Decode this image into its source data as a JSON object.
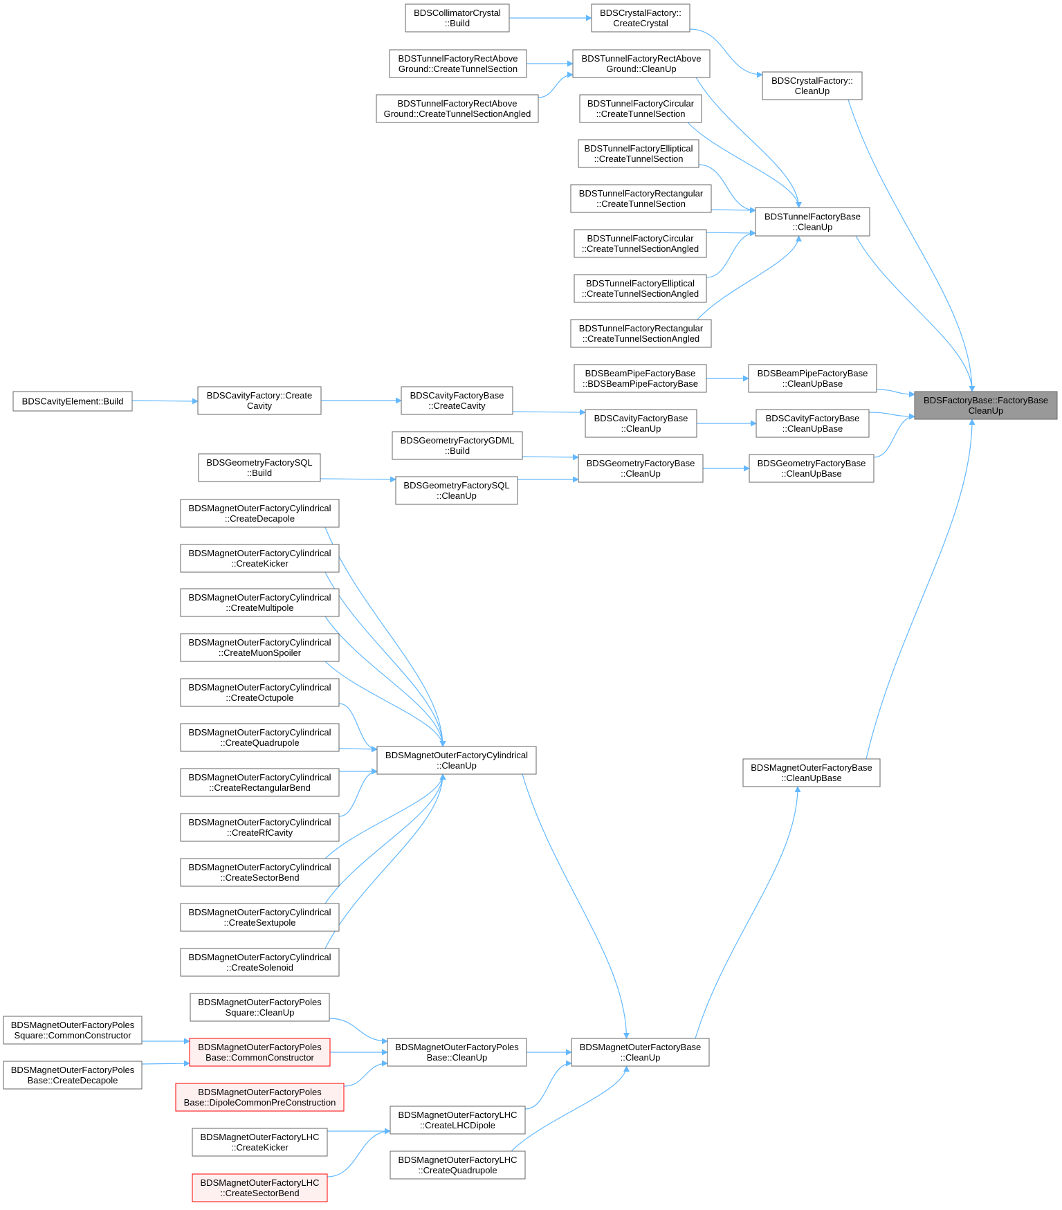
{
  "colors": {
    "edge": "#63b8ff",
    "node_border": "#666666",
    "node_fill": "#ffffff",
    "root_fill": "#999999",
    "root_border": "#666666",
    "truncated_border": "#ff0000",
    "truncated_fill": "#fff0f0"
  },
  "nodes": [
    {
      "id": "root",
      "lines": [
        "BDSFactoryBase::FactoryBase",
        "CleanUp"
      ],
      "style": "root"
    },
    {
      "id": "crystal_cleanup",
      "lines": [
        "BDSCrystalFactory::",
        "CleanUp"
      ]
    },
    {
      "id": "crystal_create",
      "lines": [
        "BDSCrystalFactory::",
        "CreateCrystal"
      ]
    },
    {
      "id": "collimator_build",
      "lines": [
        "BDSCollimatorCrystal",
        "::Build"
      ]
    },
    {
      "id": "rag_cleanup",
      "lines": [
        "BDSTunnelFactoryRectAbove",
        "Ground::CleanUp"
      ]
    },
    {
      "id": "rag_section",
      "lines": [
        "BDSTunnelFactoryRectAbove",
        "Ground::CreateTunnelSection"
      ]
    },
    {
      "id": "rag_angled",
      "lines": [
        "BDSTunnelFactoryRectAbove",
        "Ground::CreateTunnelSectionAngled"
      ]
    },
    {
      "id": "tunnel_base",
      "lines": [
        "BDSTunnelFactoryBase",
        "::CleanUp"
      ]
    },
    {
      "id": "circ_section",
      "lines": [
        "BDSTunnelFactoryCircular",
        "::CreateTunnelSection"
      ]
    },
    {
      "id": "ellip_section",
      "lines": [
        "BDSTunnelFactoryElliptical",
        "::CreateTunnelSection"
      ]
    },
    {
      "id": "rect_section",
      "lines": [
        "BDSTunnelFactoryRectangular",
        "::CreateTunnelSection"
      ]
    },
    {
      "id": "circ_angled",
      "lines": [
        "BDSTunnelFactoryCircular",
        "::CreateTunnelSectionAngled"
      ]
    },
    {
      "id": "ellip_angled",
      "lines": [
        "BDSTunnelFactoryElliptical",
        "::CreateTunnelSectionAngled"
      ]
    },
    {
      "id": "rect_angled",
      "lines": [
        "BDSTunnelFactoryRectangular",
        "::CreateTunnelSectionAngled"
      ]
    },
    {
      "id": "bp_ctor",
      "lines": [
        "BDSBeamPipeFactoryBase",
        "::BDSBeamPipeFactoryBase"
      ]
    },
    {
      "id": "bp_cleanupbase",
      "lines": [
        "BDSBeamPipeFactoryBase",
        "::CleanUpBase"
      ]
    },
    {
      "id": "cav_element",
      "lines": [
        "BDSCavityElement::Build"
      ]
    },
    {
      "id": "cav_factory",
      "lines": [
        "BDSCavityFactory::Create",
        "Cavity"
      ]
    },
    {
      "id": "cav_base_create",
      "lines": [
        "BDSCavityFactoryBase",
        "::CreateCavity"
      ]
    },
    {
      "id": "cav_base_cleanup",
      "lines": [
        "BDSCavityFactoryBase",
        "::CleanUp"
      ]
    },
    {
      "id": "cav_base_cleanupbase",
      "lines": [
        "BDSCavityFactoryBase",
        "::CleanUpBase"
      ]
    },
    {
      "id": "gdml_build",
      "lines": [
        "BDSGeometryFactoryGDML",
        "::Build"
      ]
    },
    {
      "id": "sql_build",
      "lines": [
        "BDSGeometryFactorySQL",
        "::Build"
      ]
    },
    {
      "id": "sql_cleanup",
      "lines": [
        "BDSGeometryFactorySQL",
        "::CleanUp"
      ]
    },
    {
      "id": "geo_base_cleanup",
      "lines": [
        "BDSGeometryFactoryBase",
        "::CleanUp"
      ]
    },
    {
      "id": "geo_base_cleanupbase",
      "lines": [
        "BDSGeometryFactoryBase",
        "::CleanUpBase"
      ]
    },
    {
      "id": "cyl_decapole",
      "lines": [
        "BDSMagnetOuterFactoryCylindrical",
        "::CreateDecapole"
      ]
    },
    {
      "id": "cyl_kicker",
      "lines": [
        "BDSMagnetOuterFactoryCylindrical",
        "::CreateKicker"
      ]
    },
    {
      "id": "cyl_multipole",
      "lines": [
        "BDSMagnetOuterFactoryCylindrical",
        "::CreateMultipole"
      ]
    },
    {
      "id": "cyl_muon",
      "lines": [
        "BDSMagnetOuterFactoryCylindrical",
        "::CreateMuonSpoiler"
      ]
    },
    {
      "id": "cyl_octupole",
      "lines": [
        "BDSMagnetOuterFactoryCylindrical",
        "::CreateOctupole"
      ]
    },
    {
      "id": "cyl_quadrupole",
      "lines": [
        "BDSMagnetOuterFactoryCylindrical",
        "::CreateQuadrupole"
      ]
    },
    {
      "id": "cyl_rectbend",
      "lines": [
        "BDSMagnetOuterFactoryCylindrical",
        "::CreateRectangularBend"
      ]
    },
    {
      "id": "cyl_rfcavity",
      "lines": [
        "BDSMagnetOuterFactoryCylindrical",
        "::CreateRfCavity"
      ]
    },
    {
      "id": "cyl_sectorbend",
      "lines": [
        "BDSMagnetOuterFactoryCylindrical",
        "::CreateSectorBend"
      ]
    },
    {
      "id": "cyl_sextupole",
      "lines": [
        "BDSMagnetOuterFactoryCylindrical",
        "::CreateSextupole"
      ]
    },
    {
      "id": "cyl_solenoid",
      "lines": [
        "BDSMagnetOuterFactoryCylindrical",
        "::CreateSolenoid"
      ]
    },
    {
      "id": "cyl_cleanup",
      "lines": [
        "BDSMagnetOuterFactoryCylindrical",
        "::CleanUp"
      ]
    },
    {
      "id": "mo_cleanupbase",
      "lines": [
        "BDSMagnetOuterFactoryBase",
        "::CleanUpBase"
      ]
    },
    {
      "id": "mo_cleanup",
      "lines": [
        "BDSMagnetOuterFactoryBase",
        "::CleanUp"
      ]
    },
    {
      "id": "psq_cleanup",
      "lines": [
        "BDSMagnetOuterFactoryPoles",
        "Square::CleanUp"
      ]
    },
    {
      "id": "psq_common",
      "lines": [
        "BDSMagnetOuterFactoryPoles",
        "Square::CommonConstructor"
      ]
    },
    {
      "id": "pbase_common",
      "lines": [
        "BDSMagnetOuterFactoryPoles",
        "Base::CommonConstructor"
      ],
      "style": "truncated"
    },
    {
      "id": "pbase_decapole",
      "lines": [
        "BDSMagnetOuterFactoryPoles",
        "Base::CreateDecapole"
      ]
    },
    {
      "id": "pbase_dipole",
      "lines": [
        "BDSMagnetOuterFactoryPoles",
        "Base::DipoleCommonPreConstruction"
      ],
      "style": "truncated"
    },
    {
      "id": "pbase_cleanup",
      "lines": [
        "BDSMagnetOuterFactoryPoles",
        "Base::CleanUp"
      ]
    },
    {
      "id": "lhc_dipole",
      "lines": [
        "BDSMagnetOuterFactoryLHC",
        "::CreateLHCDipole"
      ]
    },
    {
      "id": "lhc_kicker",
      "lines": [
        "BDSMagnetOuterFactoryLHC",
        "::CreateKicker"
      ]
    },
    {
      "id": "lhc_sectorbend",
      "lines": [
        "BDSMagnetOuterFactoryLHC",
        "::CreateSectorBend"
      ],
      "style": "truncated"
    },
    {
      "id": "lhc_quadrupole",
      "lines": [
        "BDSMagnetOuterFactoryLHC",
        "::CreateQuadrupole"
      ]
    }
  ],
  "edges": [
    [
      "collimator_build",
      "crystal_create"
    ],
    [
      "crystal_create",
      "crystal_cleanup"
    ],
    [
      "crystal_cleanup",
      "root"
    ],
    [
      "rag_section",
      "rag_cleanup"
    ],
    [
      "rag_angled",
      "rag_cleanup"
    ],
    [
      "rag_cleanup",
      "tunnel_base"
    ],
    [
      "circ_section",
      "tunnel_base"
    ],
    [
      "ellip_section",
      "tunnel_base"
    ],
    [
      "rect_section",
      "tunnel_base"
    ],
    [
      "circ_angled",
      "tunnel_base"
    ],
    [
      "ellip_angled",
      "tunnel_base"
    ],
    [
      "rect_angled",
      "tunnel_base"
    ],
    [
      "tunnel_base",
      "root"
    ],
    [
      "bp_ctor",
      "bp_cleanupbase"
    ],
    [
      "bp_cleanupbase",
      "root"
    ],
    [
      "cav_element",
      "cav_factory"
    ],
    [
      "cav_factory",
      "cav_base_create"
    ],
    [
      "cav_base_create",
      "cav_base_cleanup"
    ],
    [
      "cav_base_cleanup",
      "cav_base_cleanupbase"
    ],
    [
      "cav_base_cleanupbase",
      "root"
    ],
    [
      "gdml_build",
      "geo_base_cleanup"
    ],
    [
      "sql_build",
      "sql_cleanup"
    ],
    [
      "sql_cleanup",
      "geo_base_cleanup"
    ],
    [
      "geo_base_cleanup",
      "geo_base_cleanupbase"
    ],
    [
      "geo_base_cleanupbase",
      "root"
    ],
    [
      "cyl_decapole",
      "cyl_cleanup"
    ],
    [
      "cyl_kicker",
      "cyl_cleanup"
    ],
    [
      "cyl_multipole",
      "cyl_cleanup"
    ],
    [
      "cyl_muon",
      "cyl_cleanup"
    ],
    [
      "cyl_octupole",
      "cyl_cleanup"
    ],
    [
      "cyl_quadrupole",
      "cyl_cleanup"
    ],
    [
      "cyl_rectbend",
      "cyl_cleanup"
    ],
    [
      "cyl_rfcavity",
      "cyl_cleanup"
    ],
    [
      "cyl_sectorbend",
      "cyl_cleanup"
    ],
    [
      "cyl_sextupole",
      "cyl_cleanup"
    ],
    [
      "cyl_solenoid",
      "cyl_cleanup"
    ],
    [
      "cyl_cleanup",
      "mo_cleanup"
    ],
    [
      "mo_cleanup",
      "mo_cleanupbase"
    ],
    [
      "mo_cleanupbase",
      "root"
    ],
    [
      "psq_cleanup",
      "pbase_cleanup"
    ],
    [
      "psq_common",
      "pbase_common"
    ],
    [
      "pbase_decapole",
      "pbase_common"
    ],
    [
      "pbase_common",
      "pbase_cleanup"
    ],
    [
      "pbase_dipole",
      "pbase_cleanup"
    ],
    [
      "pbase_cleanup",
      "mo_cleanup"
    ],
    [
      "lhc_kicker",
      "lhc_dipole"
    ],
    [
      "lhc_sectorbend",
      "lhc_dipole"
    ],
    [
      "lhc_dipole",
      "mo_cleanup"
    ],
    [
      "lhc_quadrupole",
      "mo_cleanup"
    ]
  ]
}
